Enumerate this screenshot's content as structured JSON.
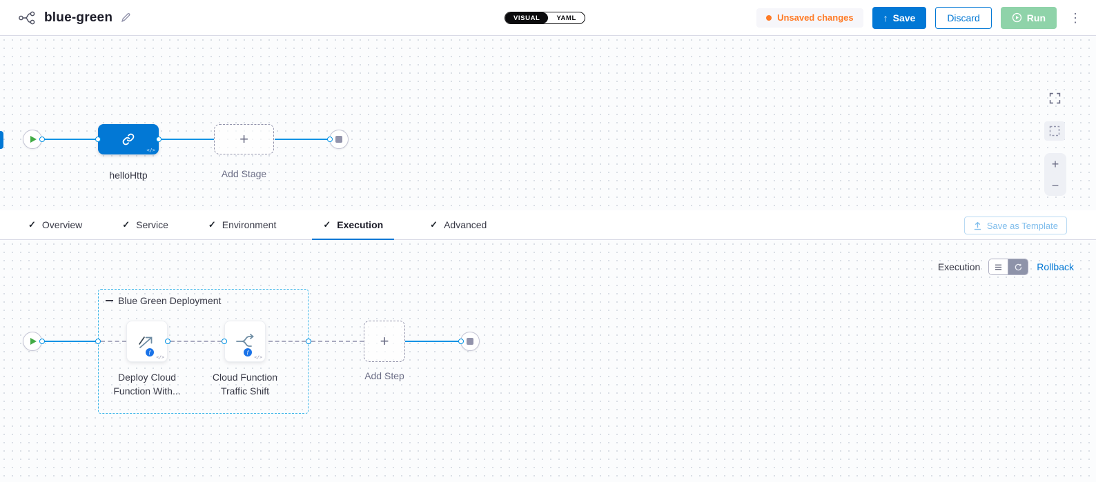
{
  "header": {
    "title": "blue-green",
    "view_toggle": {
      "visual": "VISUAL",
      "yaml": "YAML"
    },
    "unsaved_badge": "Unsaved changes",
    "save": "Save",
    "discard": "Discard",
    "run": "Run"
  },
  "stage_graph": {
    "stage_label": "helloHttp",
    "add_stage": "Add Stage"
  },
  "tabs": {
    "items": [
      {
        "label": "Overview",
        "checked": true
      },
      {
        "label": "Service",
        "checked": true
      },
      {
        "label": "Environment",
        "checked": true
      },
      {
        "label": "Execution",
        "checked": true,
        "active": true
      },
      {
        "label": "Advanced",
        "checked": true
      }
    ],
    "save_as_template": "Save as Template"
  },
  "execution_panel": {
    "mode_label": "Execution",
    "rollback": "Rollback",
    "group_title": "Blue Green Deployment",
    "steps": [
      {
        "label_line1": "Deploy Cloud",
        "label_line2": "Function With..."
      },
      {
        "label_line1": "Cloud Function",
        "label_line2": "Traffic Shift"
      }
    ],
    "add_step": "Add Step"
  },
  "icons": {
    "check": "✓",
    "plus": "+",
    "zoom_in": "+",
    "zoom_out": "−",
    "kebab": "⋮",
    "save_arrow": "↑",
    "code": "</>",
    "fn": "ƒ"
  },
  "colors": {
    "accent_blue": "#0278d5",
    "line_blue": "#0092e4",
    "unsaved_orange": "#ff7b26",
    "play_green": "#42ab45",
    "run_green": "#8fd3a9",
    "group_border": "#3cb5e8"
  }
}
